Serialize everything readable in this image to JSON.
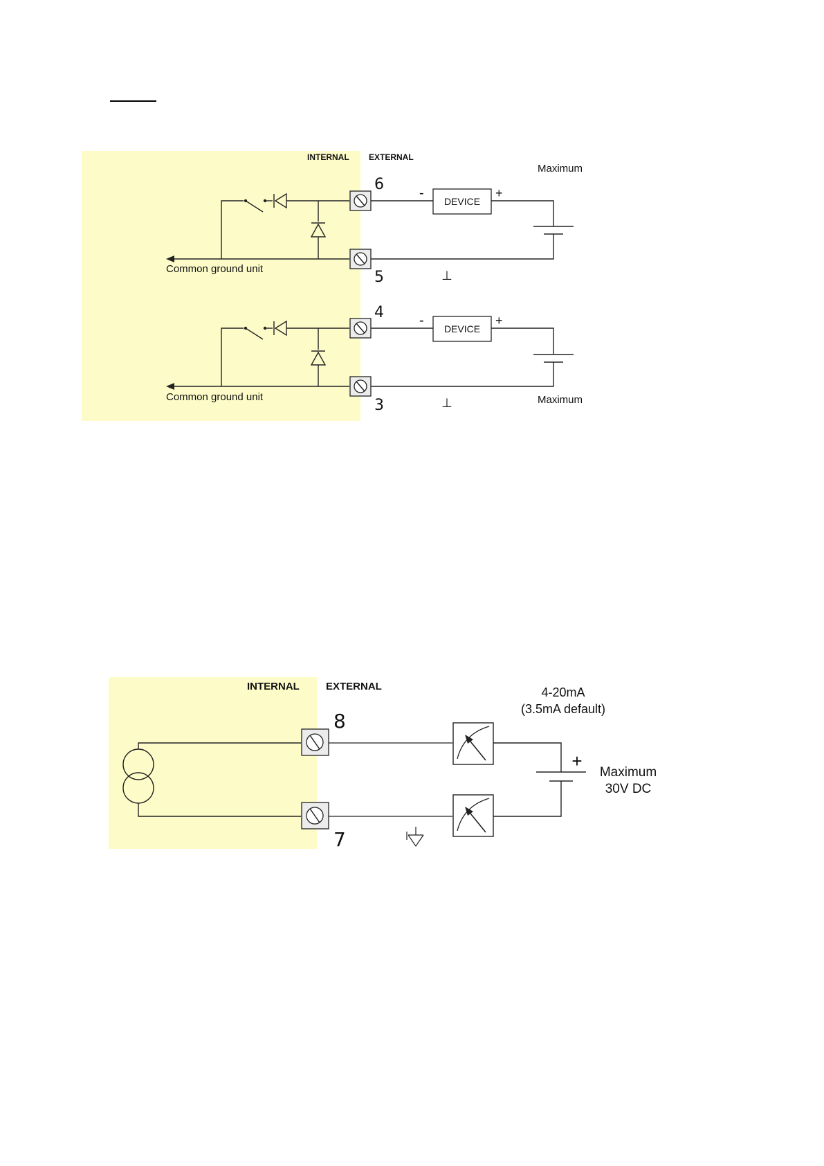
{
  "page": {
    "underline_color": "#000000"
  },
  "colors": {
    "internal_fill": "#fdfcc9",
    "line": "#222222"
  },
  "diagram1": {
    "internal_label": "INTERNAL",
    "external_label": "EXTERNAL",
    "maximum_top": "Maximum",
    "maximum_bottom": "Maximum",
    "channels": [
      {
        "terminal_top": "6",
        "terminal_bottom": "5",
        "device_label": "DEVICE",
        "minus": "-",
        "plus": "+",
        "ground_label": "Common ground unit",
        "ground_symbol": "⊥"
      },
      {
        "terminal_top": "4",
        "terminal_bottom": "3",
        "device_label": "DEVICE",
        "minus": "-",
        "plus": "+",
        "ground_label": "Common ground unit",
        "ground_symbol": "⊥"
      }
    ]
  },
  "diagram2": {
    "internal_label": "INTERNAL",
    "external_label": "EXTERNAL",
    "terminal_top": "8",
    "terminal_bottom": "7",
    "current_line1": "4-20mA",
    "current_line2": "(3.5mA default)",
    "plus": "+",
    "max_line1": "Maximum",
    "max_line2": "30V DC"
  }
}
